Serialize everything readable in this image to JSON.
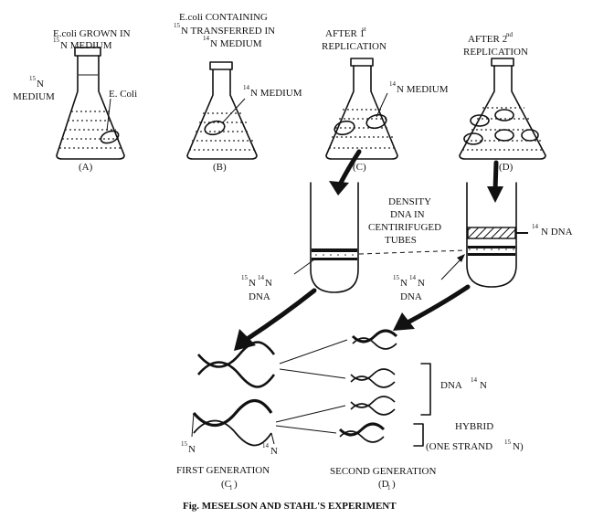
{
  "flasks": {
    "a": {
      "title_line1": "E.coli GROWN IN",
      "title_line2_sup": "15",
      "title_line2": "N MEDIUM",
      "side_sup": "15",
      "side_line1": "N",
      "side_line2": "MEDIUM",
      "ecoli_label": "E. Coli",
      "caption": "(A)"
    },
    "b": {
      "title_line1": "E.coli CONTAINING",
      "title_line2_sup": "15",
      "title_line2": "N TRANSFERRED IN",
      "title_line3_sup": "14",
      "title_line3": "N MEDIUM",
      "medium_sup": "14",
      "medium_label": "N MEDIUM",
      "caption": "(B)"
    },
    "c": {
      "title_line1": "AFTER 1",
      "title_line1_sup": "st",
      "title_line2": "REPLICATION",
      "medium_sup": "14",
      "medium_label": "N MEDIUM",
      "caption": "(C)"
    },
    "d": {
      "title_line1": "AFTER 2",
      "title_line1_sup": "nd",
      "title_line2": "REPLICATION",
      "caption": "(D)"
    }
  },
  "tubes": {
    "density_line1": "DENSITY",
    "density_line2": "DNA IN",
    "density_line3": "CENTIRIFUGED",
    "density_line4": "TUBES",
    "left_sup1": "15",
    "left_n1": "N",
    "left_sup2": "14",
    "left_n2": "N",
    "left_dna": "DNA",
    "right_sup1": "15",
    "right_n1": "N",
    "right_sup2": "14",
    "right_n2": "N",
    "right_dna": "DNA",
    "n14_sup": "14",
    "n14_label": "N DNA"
  },
  "generations": {
    "dna14_label": "DNA",
    "dna14_sup": "14",
    "dna14_n": "N",
    "hybrid_line1": "HYBRID",
    "hybrid_line2a": "(ONE STRAND",
    "hybrid_sup": "15",
    "hybrid_line2b": "N)",
    "strand_left_sup": "15",
    "strand_left_n": "N",
    "strand_right_sup": "14",
    "strand_right_n": "N",
    "first_label": "FIRST GENERATION",
    "first_code": "(C",
    "first_sub": "1",
    "first_close": ")",
    "second_label": "SECOND GENERATION",
    "second_code": "(D",
    "second_sub": "1",
    "second_close": ")"
  },
  "caption": "Fig. MESELSON AND STAHL'S EXPERIMENT"
}
